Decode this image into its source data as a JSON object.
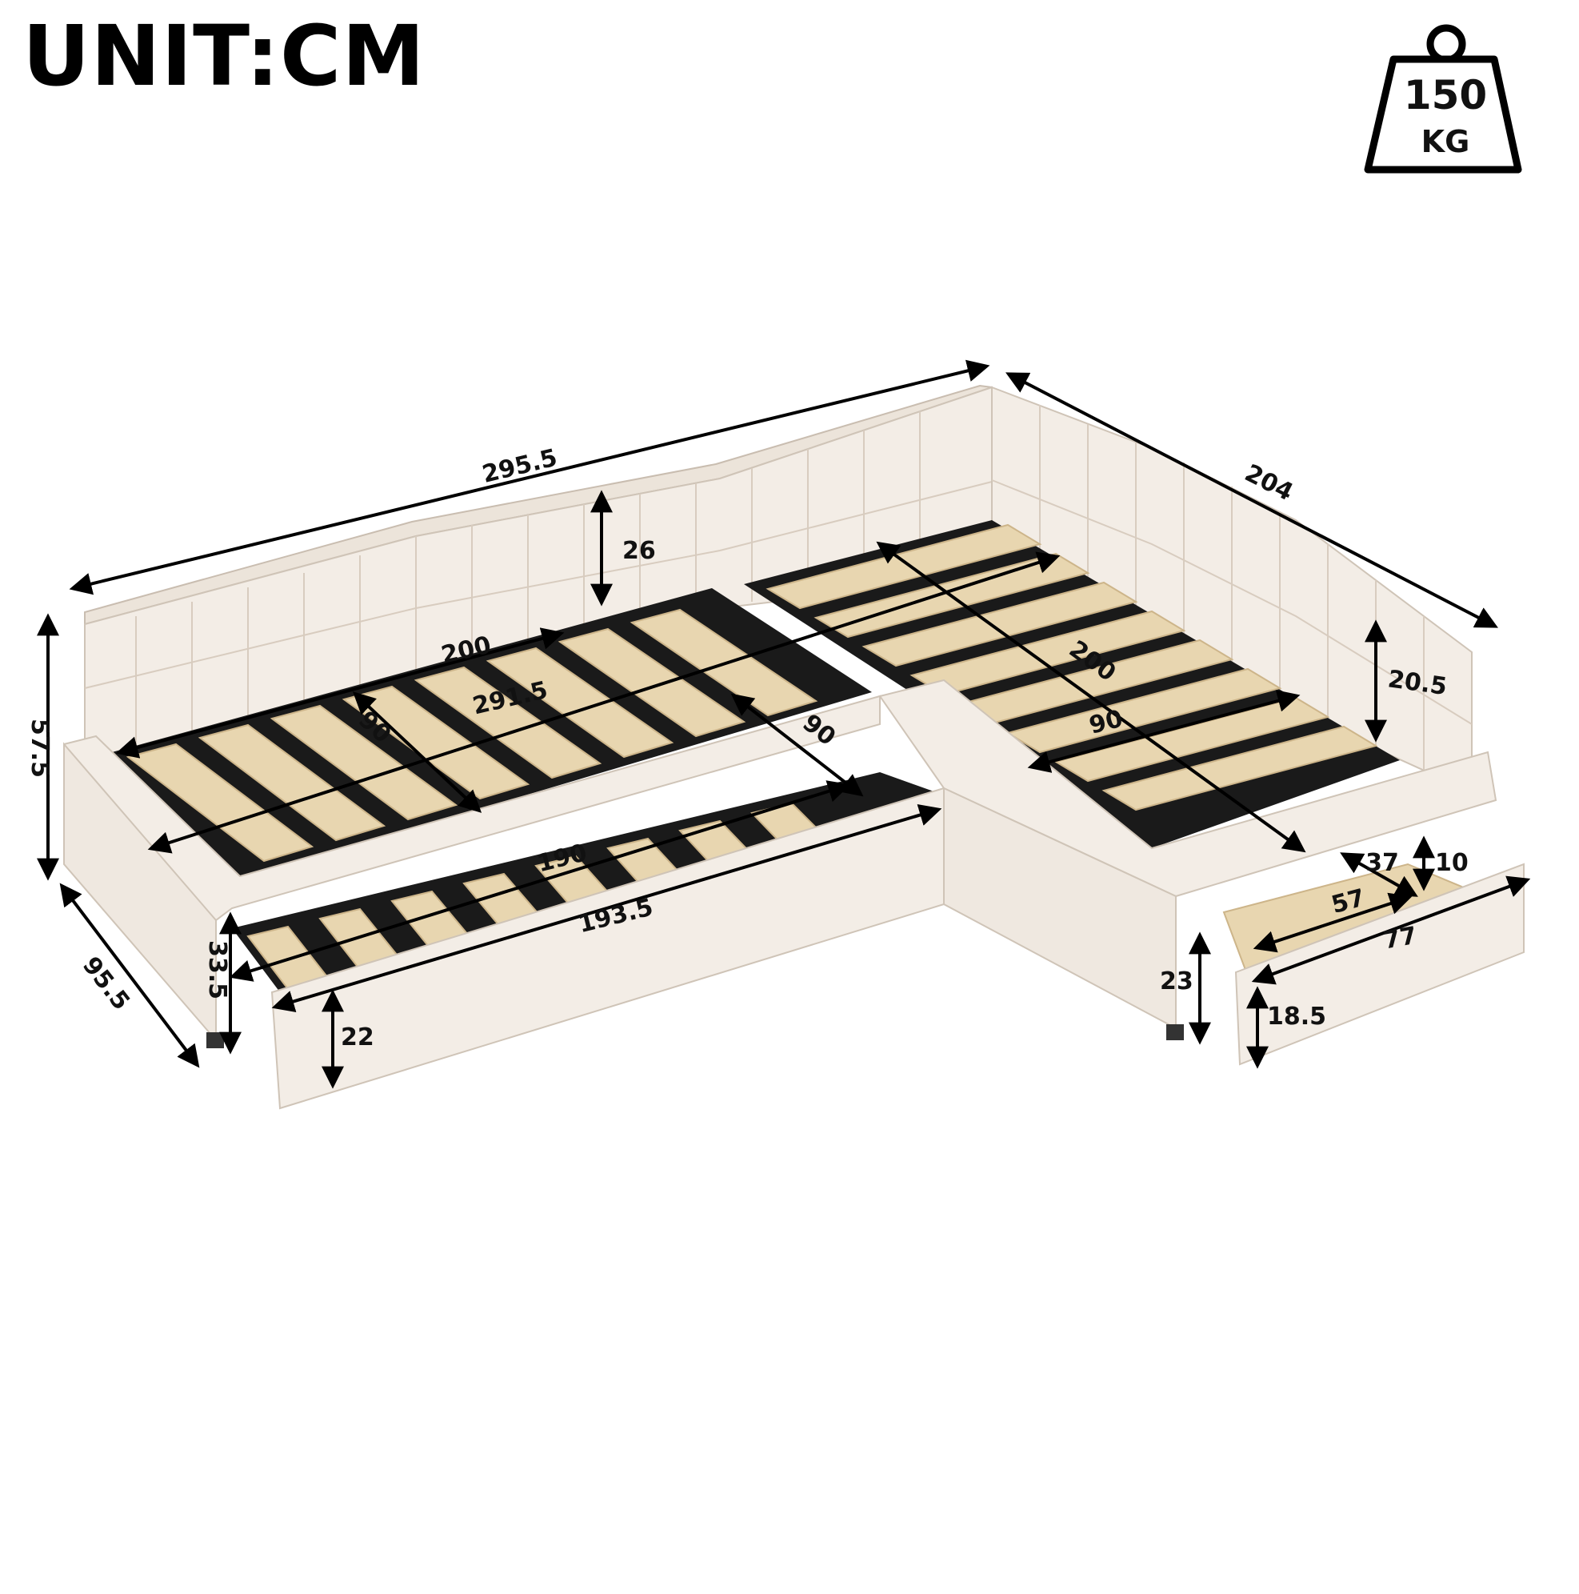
{
  "header": {
    "unit_title": "UNIT:CM"
  },
  "weight_badge": {
    "value": "150",
    "unit": "KG"
  },
  "dimensions": {
    "total_length": "295.5",
    "total_depth": "204",
    "total_height": "57.5",
    "front_depth": "95.5",
    "back_panel_height": "26",
    "side_panel_height": "20.5",
    "left_bed_length": "200",
    "left_bed_width": "90",
    "left_total_inner": "291.5",
    "trundle_width": "90",
    "trundle_length": "190",
    "trundle_outer_length": "193.5",
    "trundle_height": "33.5",
    "trundle_panel_height": "22",
    "right_bed_length": "200",
    "right_bed_width": "90",
    "drawer_depth": "37",
    "drawer_side_height": "10",
    "drawer_inner_width": "57",
    "drawer_outer_width": "77",
    "drawer_height": "23",
    "drawer_front_height": "18.5"
  },
  "colors": {
    "upholstery": "#f3ede6",
    "upholstery_shadow": "#ddd3c8",
    "slat": "#e8d6b0",
    "slat_dark": "#cdb58a",
    "cavity": "#1a1a1a",
    "line": "#000000"
  }
}
